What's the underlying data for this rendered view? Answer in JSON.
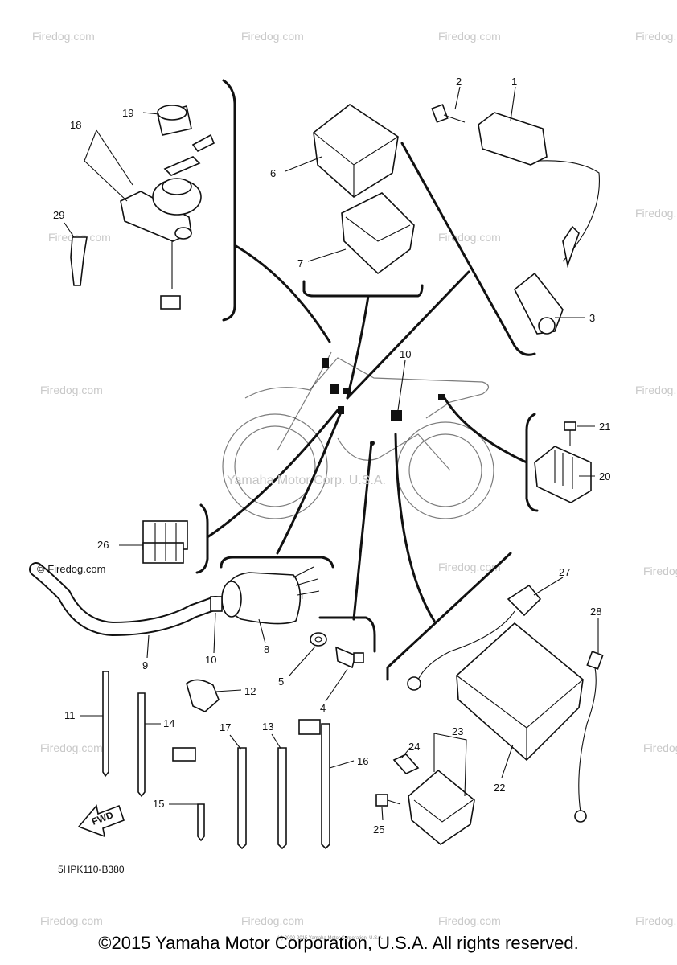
{
  "watermarks": {
    "brand": "Firedog.com",
    "center": "Yamaha Motor Corp. U.S.A.",
    "inline": "© Firedog.com"
  },
  "diagram": {
    "code": "5HPK110-B380",
    "fwd_label": "FWD",
    "fine_print": "(c) 2000-2015 Yamaha Motor Corporation, U.S.A."
  },
  "callouts": {
    "p1": "1",
    "p2": "2",
    "p3": "3",
    "p4": "4",
    "p5": "5",
    "p6": "6",
    "p7": "7",
    "p8": "8",
    "p9": "9",
    "p10a": "10",
    "p10b": "10",
    "p11": "11",
    "p12": "12",
    "p13": "13",
    "p14": "14",
    "p15": "15",
    "p16": "16",
    "p17": "17",
    "p18": "18",
    "p19": "19",
    "p20": "20",
    "p21": "21",
    "p22": "22",
    "p23": "23",
    "p24": "24",
    "p25": "25",
    "p26": "26",
    "p27": "27",
    "p28": "28",
    "p29": "29"
  },
  "footer": {
    "copyright": "©2015 Yamaha Motor Corporation, U.S.A. All rights reserved."
  }
}
